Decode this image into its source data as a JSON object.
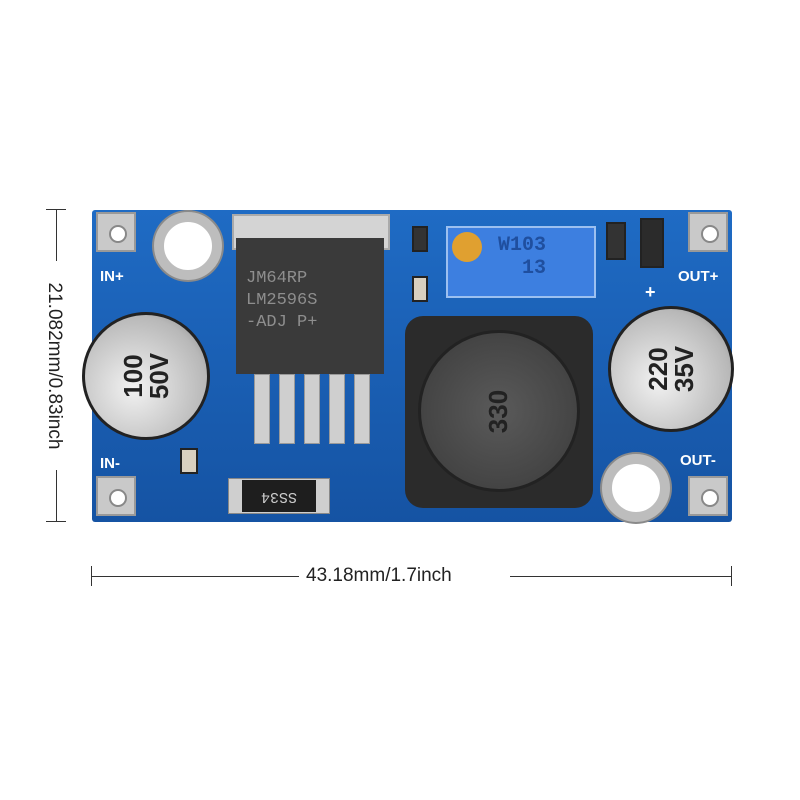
{
  "board": {
    "labels": {
      "in_plus": "IN+",
      "in_minus": "IN-",
      "out_plus": "OUT+",
      "out_minus": "OUT-",
      "plus_sign": "+"
    },
    "regulator": {
      "line1": "JM64RP",
      "line2": "LM2596S",
      "line3": "-ADJ  P+"
    },
    "input_capacitor": {
      "line1": "100",
      "line2": "50V"
    },
    "output_capacitor": {
      "line1": "220",
      "line2": "35V"
    },
    "potentiometer": {
      "line1": "W103",
      "line2": "13"
    },
    "inductor": {
      "marking": "330"
    },
    "diode": {
      "marking": "SS34"
    }
  },
  "dimensions": {
    "width": "43.18mm/1.7inch",
    "height": "21.082mm/0.83inch"
  }
}
